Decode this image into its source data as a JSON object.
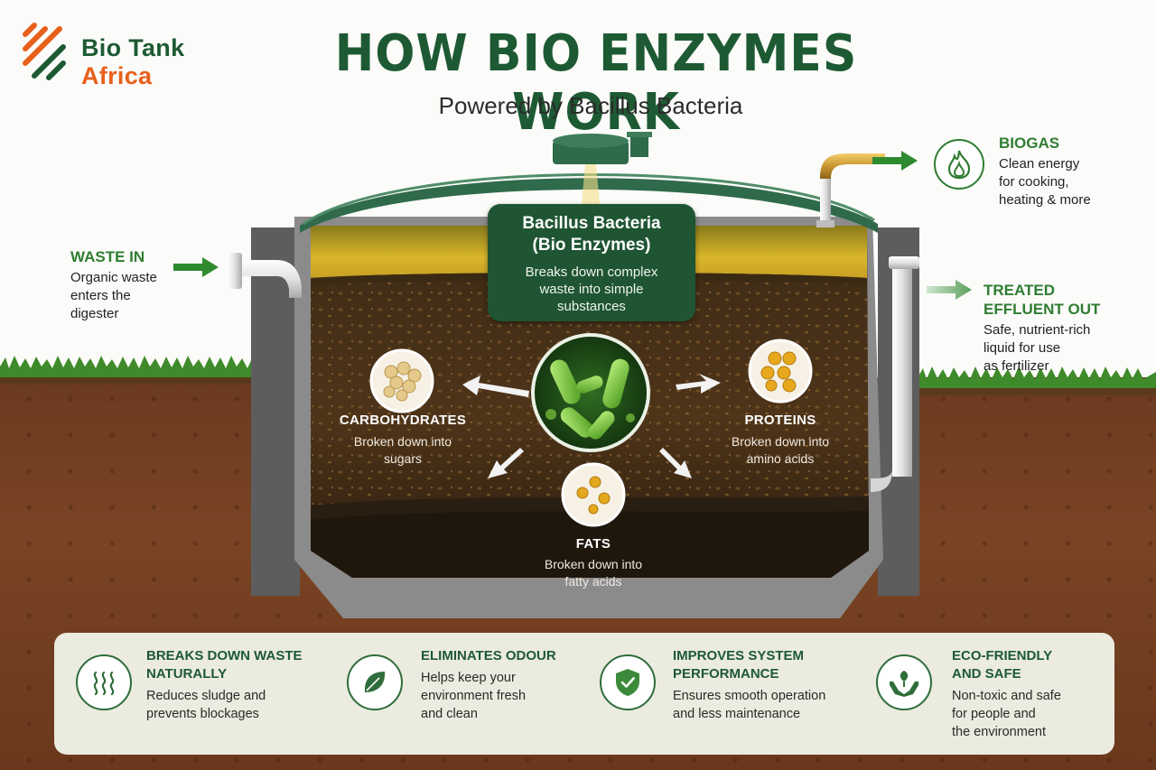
{
  "brand": {
    "line1": "Bio Tank",
    "line2": "Africa",
    "primary_color": "#1d5a33",
    "accent_color": "#e8601c"
  },
  "header": {
    "title": "HOW BIO ENZYMES WORK",
    "subtitle": "Powered by Bacillus Bacteria"
  },
  "waste_in": {
    "title": "WASTE IN",
    "text": [
      "Organic waste",
      "enters the",
      "digester"
    ]
  },
  "biogas": {
    "title": "BIOGAS",
    "text": [
      "Clean energy",
      "for cooking,",
      "heating & more"
    ],
    "icon": "flame-icon"
  },
  "effluent": {
    "title_line1": "TREATED",
    "title_line2": "EFFLUENT OUT",
    "text": [
      "Safe, nutrient-rich",
      "liquid for use",
      "as fertilizer"
    ]
  },
  "bacteria": {
    "title_line1": "Bacillus Bacteria",
    "title_line2": "(Bio Enzymes)",
    "text": [
      "Breaks down complex",
      "waste into simple",
      "substances"
    ]
  },
  "nutrients": {
    "carbohydrates": {
      "title": "CARBOHYDRATES",
      "text": [
        "Broken down into",
        "sugars"
      ]
    },
    "proteins": {
      "title": "PROTEINS",
      "text": [
        "Broken down into",
        "amino acids"
      ]
    },
    "fats": {
      "title": "FATS",
      "text": [
        "Broken down into",
        "fatty acids"
      ]
    }
  },
  "features": [
    {
      "title": [
        "BREAKS DOWN WASTE",
        "NATURALLY"
      ],
      "text": [
        "Reduces sludge and",
        "prevents blockages"
      ],
      "icon": "waves-icon"
    },
    {
      "title": [
        "ELIMINATES ODOUR"
      ],
      "text": [
        "Helps keep your",
        "environment fresh",
        "and clean"
      ],
      "icon": "leaf-icon"
    },
    {
      "title": [
        "IMPROVES SYSTEM",
        "PERFORMANCE"
      ],
      "text": [
        "Ensures smooth operation",
        "and less maintenance"
      ],
      "icon": "shield-check-icon"
    },
    {
      "title": [
        "ECO-FRIENDLY",
        "AND SAFE"
      ],
      "text": [
        "Non-toxic and safe",
        "for people and",
        "the environment"
      ],
      "icon": "hands-plant-icon"
    }
  ]
}
